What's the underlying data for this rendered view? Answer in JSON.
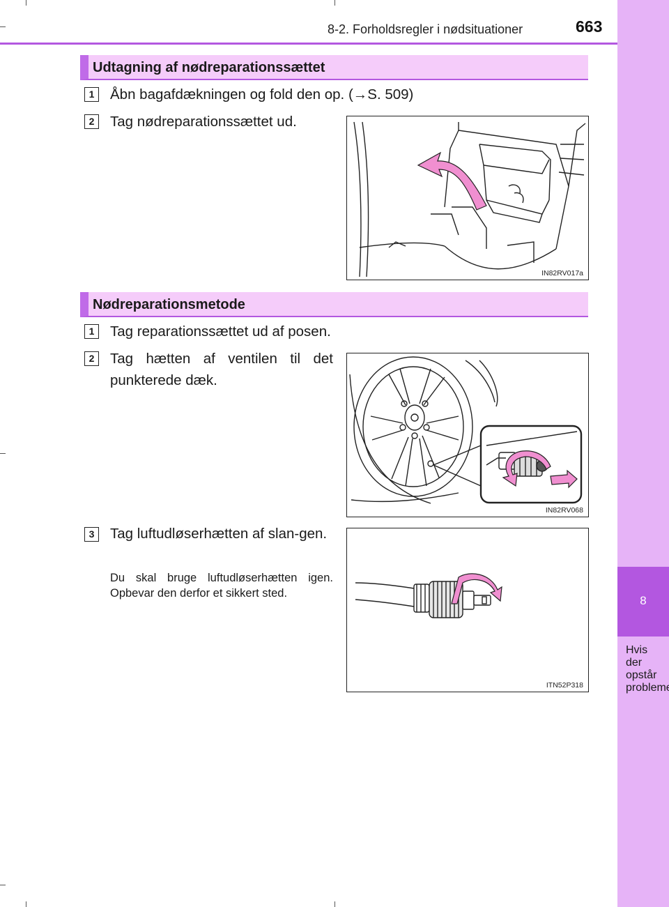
{
  "header": {
    "section": "8-2. Forholdsregler i nødsituationer",
    "page_number": "663"
  },
  "side_tab": {
    "chapter_number": "8",
    "chapter_title": "Hvis der opstår problemer"
  },
  "sections": [
    {
      "title": "Udtagning af nødreparationssættet",
      "steps": [
        {
          "number": "1",
          "text": "Åbn bagafdækningen og fold den op. (→S. 509)"
        },
        {
          "number": "2",
          "text": "Tag nødreparationssættet ud."
        }
      ],
      "figure_code": "IN82RV017a"
    },
    {
      "title": "Nødreparationsmetode",
      "steps": [
        {
          "number": "1",
          "text": "Tag reparationssættet ud af posen."
        },
        {
          "number": "2",
          "text": "Tag hætten af ventilen til det punkterede dæk."
        },
        {
          "number": "3",
          "text": "Tag luftudløserhætten af slan-gen."
        }
      ],
      "note": "Du skal bruge luftudløserhætten igen. Opbevar den derfor et sikkert sted.",
      "figure_codes": [
        "IN82RV068",
        "ITN52P318"
      ]
    }
  ],
  "colors": {
    "accent": "#b357e0",
    "tab_light": "#e6b3f7",
    "section_bar": "#f5ccfa",
    "arrow_pink": "#f08fd0"
  },
  "icons": [
    "curved-arrow-icon",
    "rotate-arrow-icon",
    "pull-arrow-icon"
  ]
}
